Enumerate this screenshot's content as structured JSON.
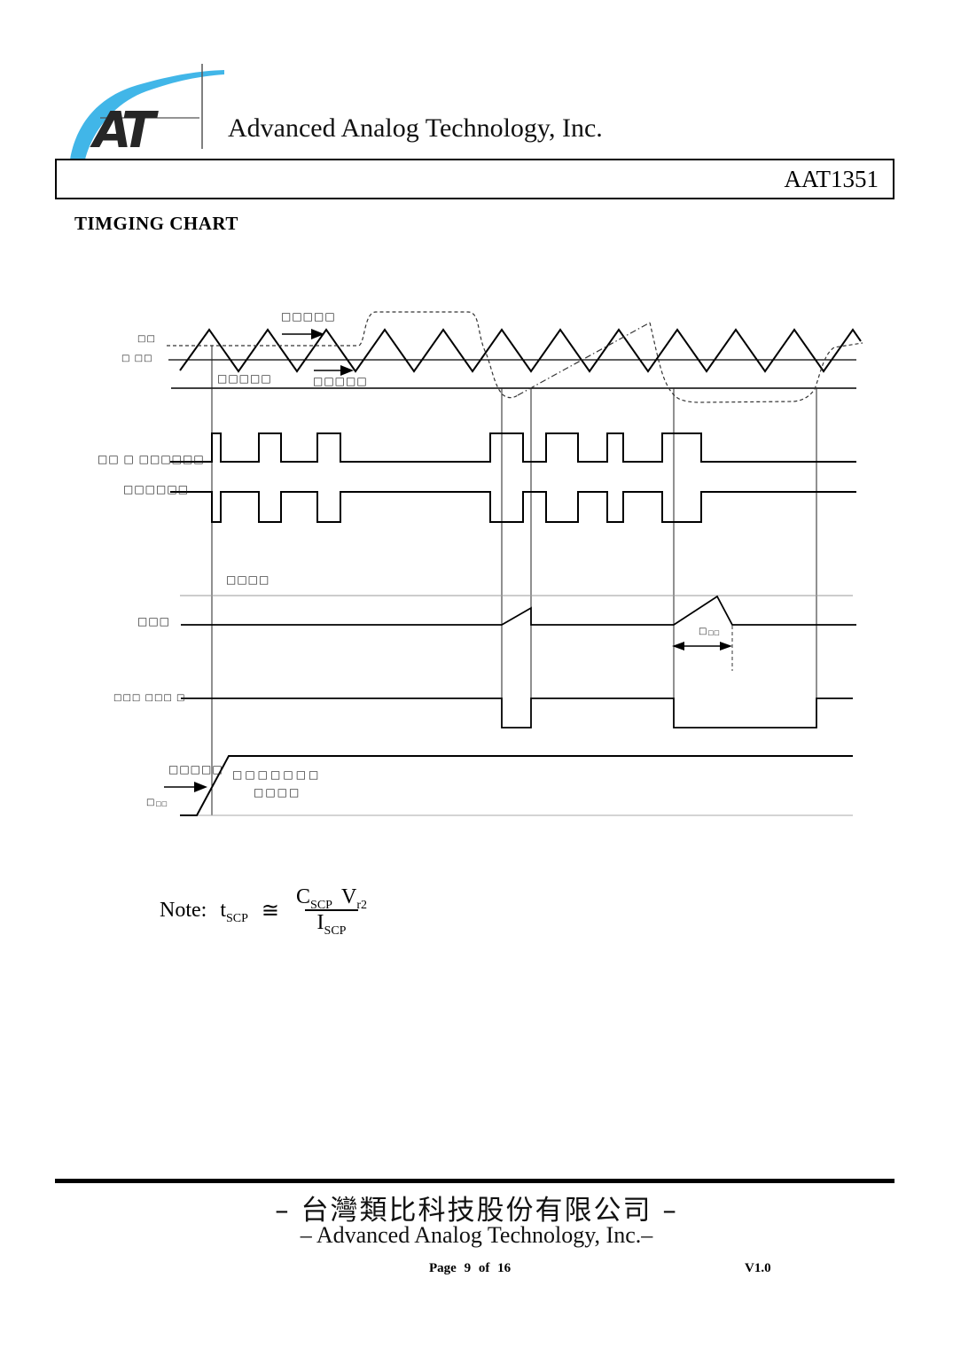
{
  "header": {
    "company_name": "Advanced Analog Technology, Inc.",
    "part_number": "AAT1351",
    "section_title": "TIMGING CHART",
    "logo": {
      "letters": "AT",
      "blue": "#41b6e8",
      "dark": "#262626"
    }
  },
  "timing_chart": {
    "labels": {
      "osc_left_top": "□□",
      "osc_left_bottom": "□ □□",
      "osc_top_annotation": "□□□□□",
      "osc_mid_left_annotation": "□□□□□",
      "osc_mid_right_annotation": "□□□□□",
      "out1": "□□ □ □□□□□□",
      "out2": "□□□□□□",
      "scp_threshold": "□□□□",
      "scp": "□□□",
      "t_scp_main": "□",
      "t_scp_sub": "□□",
      "scpo": "□□□ □□□ □",
      "soft_start_arrow": "□□□□□",
      "v_r2_main": "□",
      "v_r2_sub": "□□",
      "soft_start_note_line1": "□□□□□□□",
      "soft_start_note_line2": "□□□□"
    },
    "colors": {
      "waveform": "#000000",
      "threshold_line": "#999999",
      "baseline": "#aaaaaa"
    }
  },
  "note": {
    "prefix": "Note:",
    "lhs_main": "t",
    "lhs_sub": "SCP",
    "relation": "≅",
    "num_term1_main": "C",
    "num_term1_sub": "SCP",
    "num_term2_main": "V",
    "num_term2_sub": "r2",
    "den_main": "I",
    "den_sub": "SCP"
  },
  "footer": {
    "company_zh": "– 台灣類比科技股份有限公司 –",
    "company_en": "–  Advanced Analog Technology, Inc.–",
    "page_info": "Page 9 of 16",
    "version": "V1.0"
  }
}
